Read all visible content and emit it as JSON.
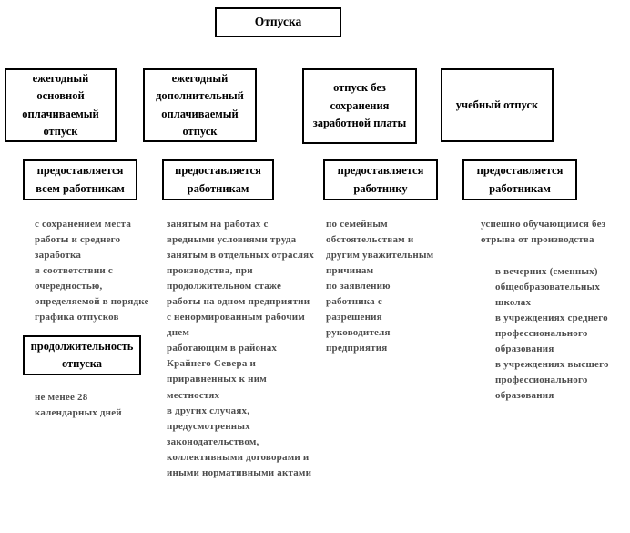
{
  "title_box": "Отпуска",
  "branches": [
    {
      "id": "annual-basic",
      "title": "ежегодный основной оплачиваемый отпуск",
      "subtitle": "предоставляется всем работникам"
    },
    {
      "id": "annual-additional",
      "title": "ежегодный дополнительный оплачиваемый отпуск",
      "subtitle": "предоставляется работникам"
    },
    {
      "id": "unpaid",
      "title": "отпуск без сохранения заработной платы",
      "subtitle": "предоставляется работнику"
    },
    {
      "id": "study",
      "title": "учебный отпуск",
      "subtitle": "предоставляется работникам"
    }
  ],
  "details": {
    "annual_basic": {
      "note": "с сохранением места работы и среднего заработка\nв соответствии с очередностью, определяемой в порядке графика отпусков",
      "duration_title": "продолжительность отпуска",
      "duration_note": "не менее 28 календарных дней"
    },
    "annual_additional": {
      "note": "занятым на работах с вредными условиями труда\nзанятым в отдельных отраслях производства, при продолжительном стаже работы на одном предприятии\nс ненормированным рабочим днем\nработающим в районах Крайнего Севера и приравненных к ним местностях\nв других случаях, предусмотренных законодательством, коллективными договорами и иными нормативными актами"
    },
    "unpaid": {
      "note": "по семейным обстоятельствам и другим уважительным причинам\nпо заявлению работника с разрешения руководителя предприятия"
    },
    "study": {
      "intro": "успешно обучающимся без отрыва от производства",
      "list": "в вечерних (сменных) общеобразовательных школах\nв учреждениях среднего профессионального образования\nв учреждениях высшего профессионального образования"
    }
  },
  "colors": {
    "background": "#ffffff",
    "box_border": "#000000",
    "header_text": "#000000",
    "note_text": "#3a3a3a"
  }
}
